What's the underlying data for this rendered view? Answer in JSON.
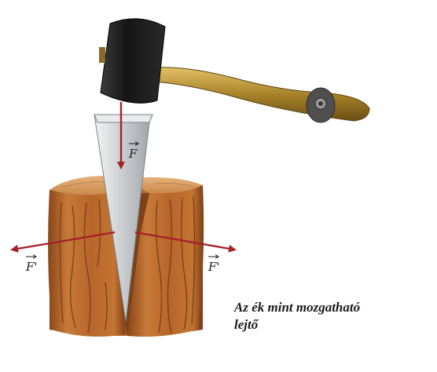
{
  "forces": {
    "down_label": "F",
    "left_label": "F'",
    "right_label": "F'"
  },
  "caption": {
    "line1": "Az ék mint mozgatható",
    "line2": "lejtő"
  },
  "colors": {
    "force_arrow": "#a3222b",
    "wood": "#b8642a",
    "wood_dark": "#7a3a12",
    "hammer_head": "#1b1b1b",
    "handle": "#b08a2a",
    "wedge": "#d9dbdd"
  },
  "icons": [
    "hammer-icon",
    "wedge-icon",
    "log-icon",
    "force-arrow-icon"
  ]
}
